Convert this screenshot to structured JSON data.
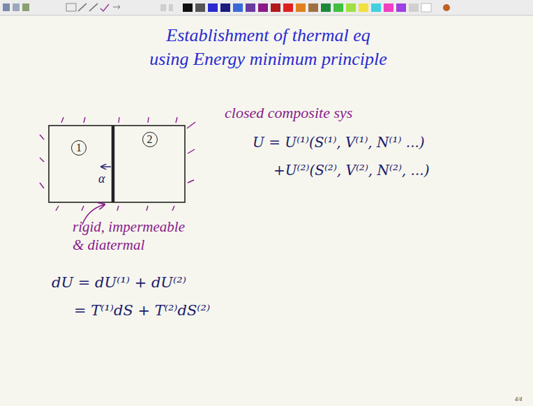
{
  "diagram": {
    "title": "Establishment of thermal eq using Energy minimum principle",
    "nodes": [
      {
        "text": [
          "1"
        ]
      },
      {
        "text": [
          "2"
        ]
      }
    ],
    "labels": [
      "α",
      "rigid, impermeable & diatermal",
      "closed composite sys",
      "U = U⁽¹⁾(S⁽¹⁾, V⁽¹⁾, N⁽¹⁾ ...)",
      "+U⁽²⁾(S⁽²⁾, V⁽²⁾, N⁽²⁾, ...)",
      "dU = dU⁽¹⁾ + dU⁽²⁾",
      "= T⁽¹⁾dS + T⁽²⁾dS⁽²⁾",
      "4/4"
    ]
  }
}
